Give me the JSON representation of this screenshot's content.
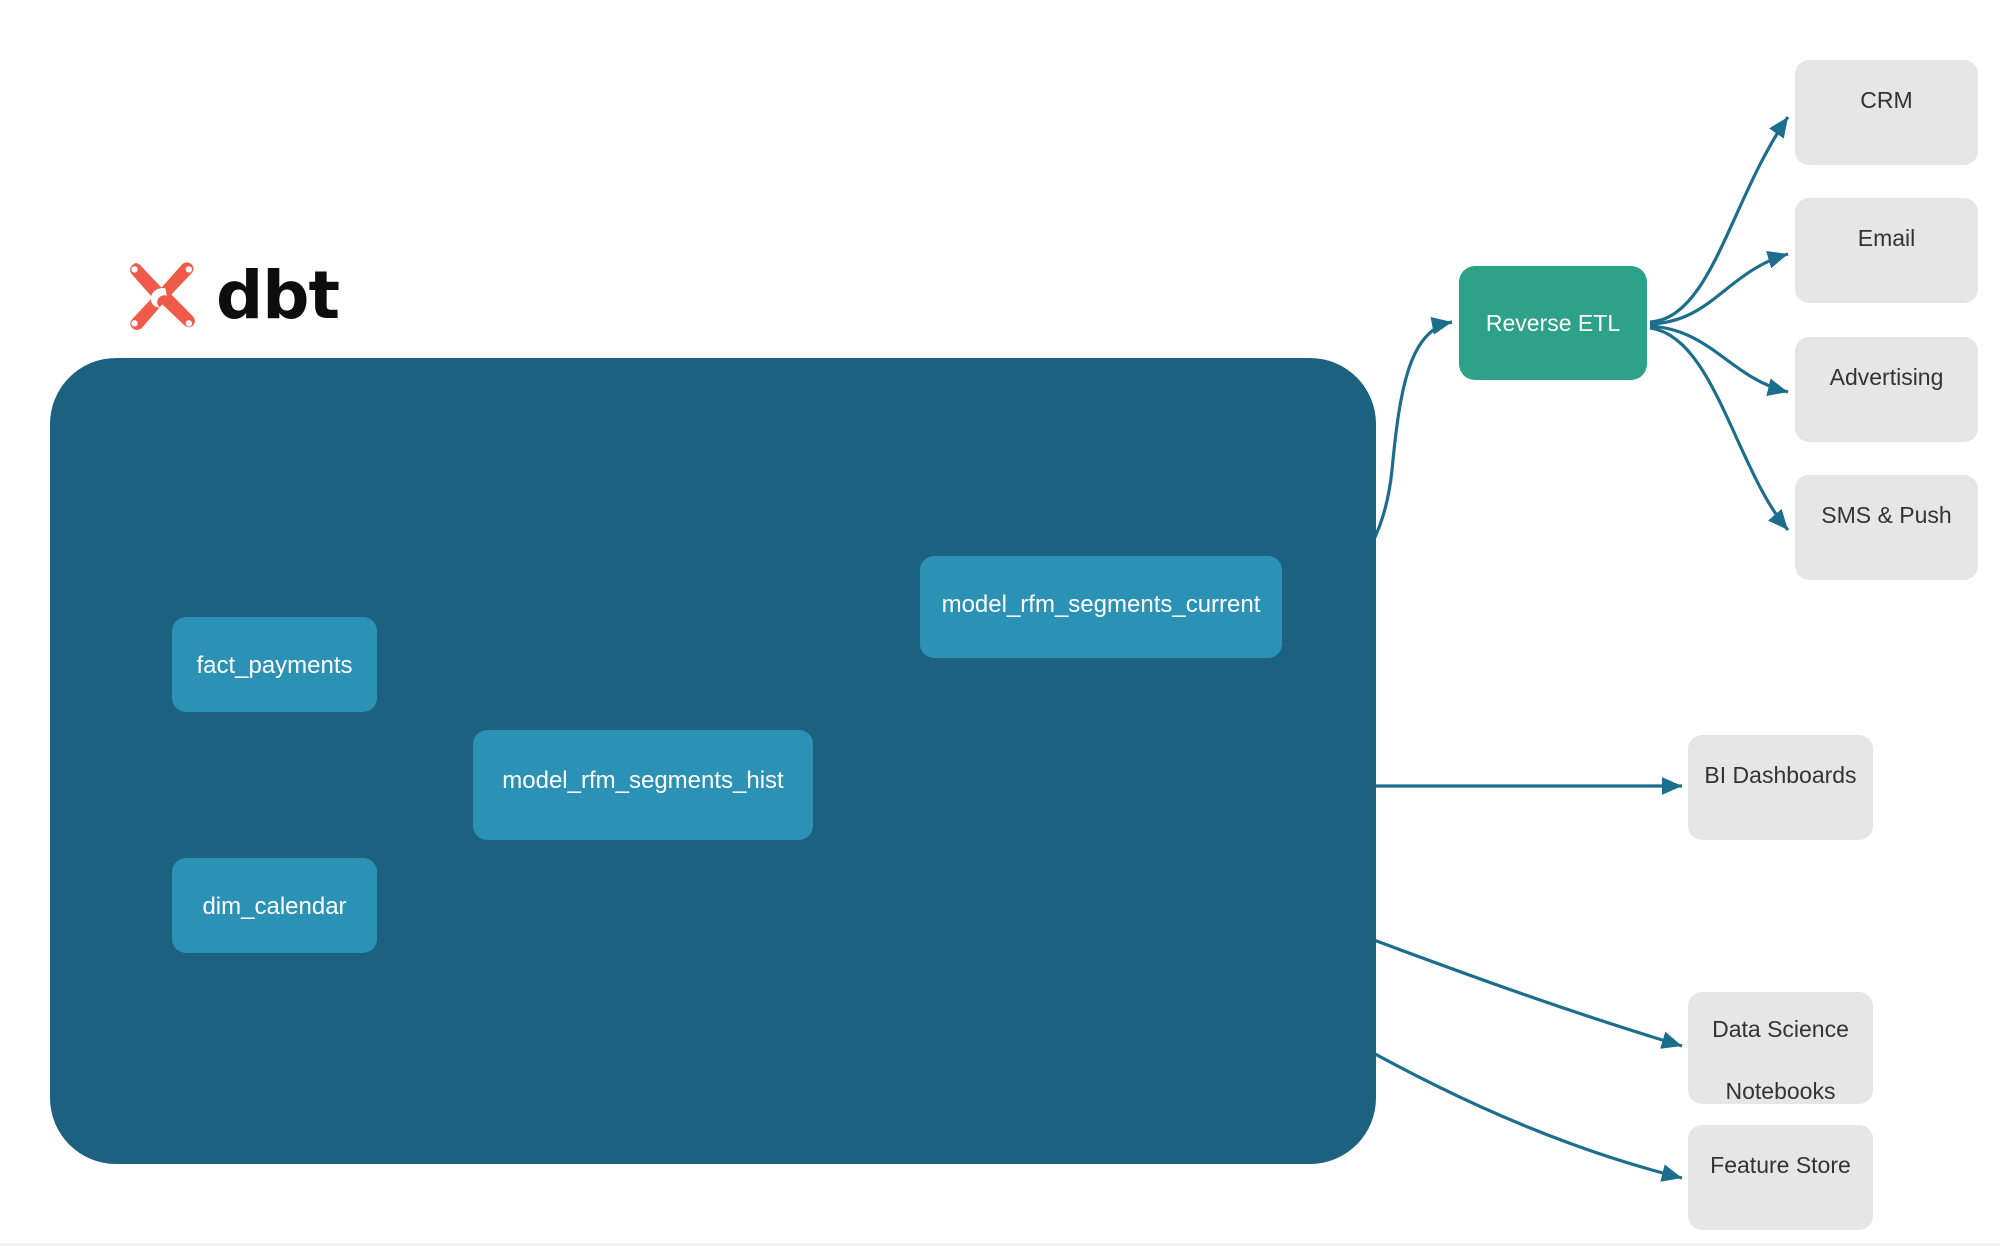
{
  "diagram": {
    "title": "dbt RFM segmentation lineage and activation flow",
    "brand": {
      "wordmark": "dbt",
      "logo_icon": "dbt-x-logo-icon",
      "logo_color": "#ef5b48"
    },
    "colors": {
      "canvas": "#ffffff",
      "warehouse_container": "#1c6280",
      "model_node": "#2c92b5",
      "reverse_etl_node": "#2ea288",
      "sink_node": "#e6e6e6",
      "edge_stroke": "#1c6e8c",
      "inner_edge_stroke": "#2d8aa8",
      "model_text": "#ffffff",
      "sink_text": "#333333"
    },
    "container": {
      "name": "dbt-project-container"
    },
    "models": [
      {
        "id": "fact_payments",
        "label": "fact_payments"
      },
      {
        "id": "dim_calendar",
        "label": "dim_calendar"
      },
      {
        "id": "model_rfm_segments_hist",
        "label": "model_rfm_segments_hist"
      },
      {
        "id": "model_rfm_segments_current",
        "label": "model_rfm_segments_current"
      }
    ],
    "reverse_etl": {
      "id": "reverse_etl",
      "label": "Reverse ETL"
    },
    "activation_sinks": [
      {
        "id": "crm",
        "label": "CRM"
      },
      {
        "id": "email",
        "label": "Email"
      },
      {
        "id": "advertising",
        "label": "Advertising"
      },
      {
        "id": "sms_push",
        "label": "SMS & Push"
      }
    ],
    "analytics_sinks": [
      {
        "id": "bi_dashboards",
        "label": "BI Dashboards",
        "line1": "BI Dashboards",
        "line2": ""
      },
      {
        "id": "ds_notebooks",
        "label": "Data Science Notebooks",
        "line1": "Data Science",
        "line2": "Notebooks"
      },
      {
        "id": "feature_store",
        "label": "Feature Store",
        "line1": "Feature Store",
        "line2": ""
      }
    ],
    "edges": [
      {
        "from": "fact_payments",
        "to": "model_rfm_segments_hist",
        "arrow": true
      },
      {
        "from": "dim_calendar",
        "to": "model_rfm_segments_hist",
        "arrow": true
      },
      {
        "from": "model_rfm_segments_hist",
        "to": "model_rfm_segments_current",
        "arrow": true
      },
      {
        "from": "model_rfm_segments_current",
        "to": "reverse_etl",
        "arrow": true
      },
      {
        "from": "model_rfm_segments_hist",
        "to": "bi_dashboards",
        "arrow": true
      },
      {
        "from": "model_rfm_segments_hist",
        "to": "ds_notebooks",
        "arrow": true
      },
      {
        "from": "model_rfm_segments_hist",
        "to": "feature_store",
        "arrow": true
      },
      {
        "from": "reverse_etl",
        "to": "crm",
        "arrow": true
      },
      {
        "from": "reverse_etl",
        "to": "email",
        "arrow": true
      },
      {
        "from": "reverse_etl",
        "to": "advertising",
        "arrow": true
      },
      {
        "from": "reverse_etl",
        "to": "sms_push",
        "arrow": true
      }
    ]
  }
}
